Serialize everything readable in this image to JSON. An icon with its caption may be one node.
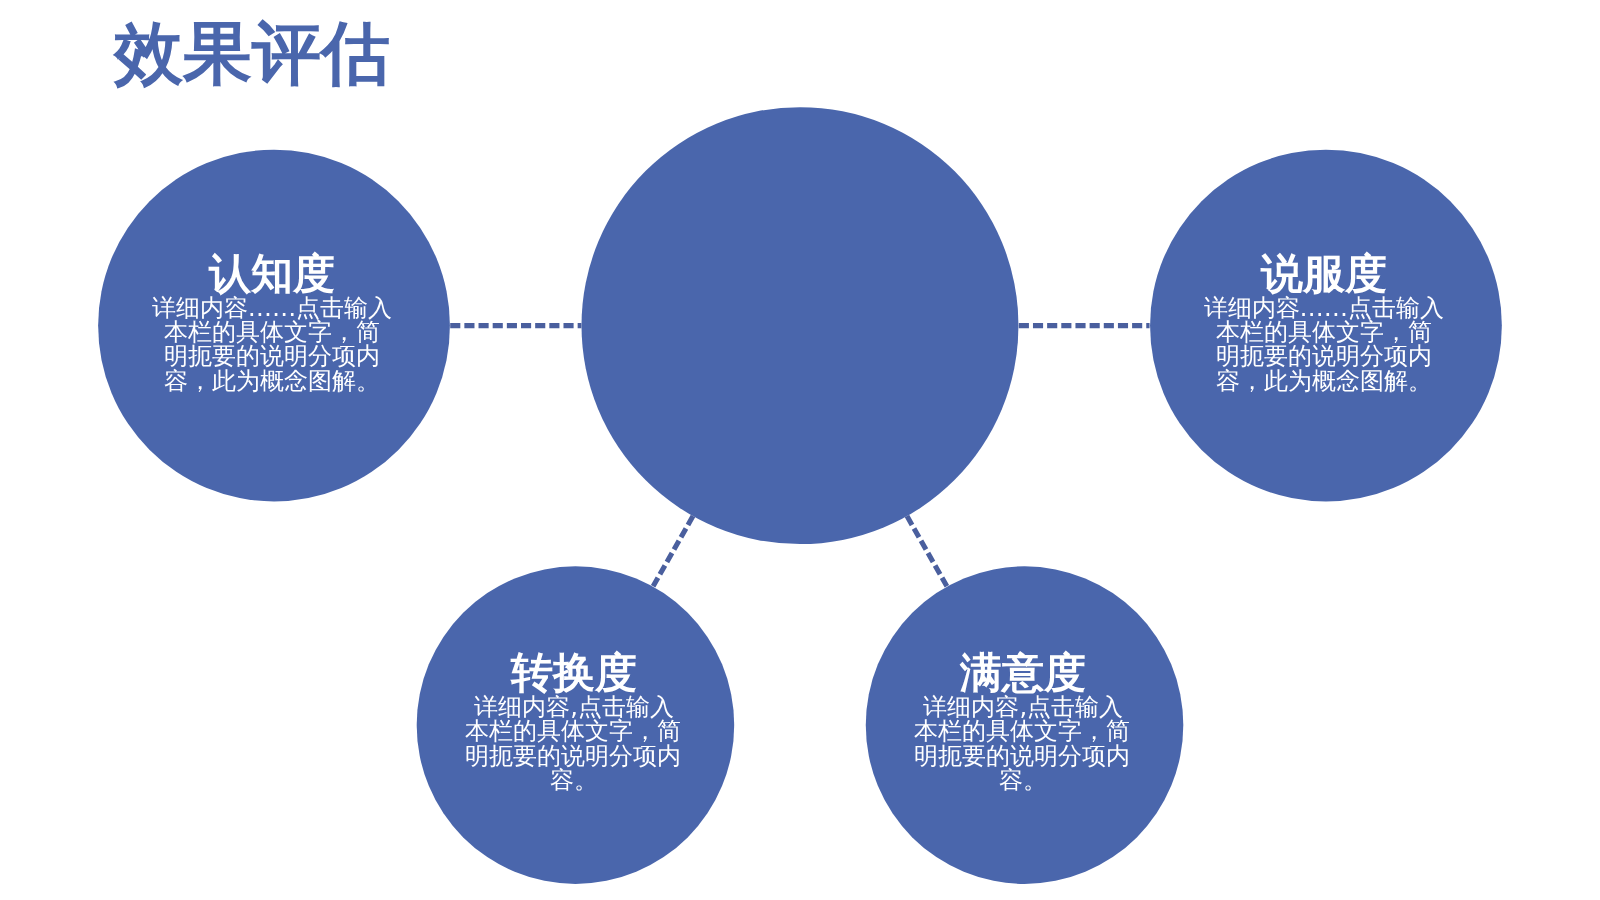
{
  "diagram": {
    "title": "效果评估",
    "nodes": [
      {
        "text": [
          "认知度",
          "详细内容……点击输入本栏的具体文字，简明扼要的说明分项内容，此为概念图解。"
        ]
      },
      {
        "text": [
          "说服度",
          "详细内容……点击输入本栏的具体文字，简明扼要的说明分项内容，此为概念图解。"
        ]
      },
      {
        "text": [],
        "shape": "circle"
      },
      {
        "text": [
          "转换度",
          "详细内容,点击输入本栏的具体文字，简明扼要的说明分项内容。"
        ]
      },
      {
        "text": [
          "满意度",
          "详细内容,点击输入本栏的具体文字，简明扼要的说明分项内容。"
        ]
      }
    ],
    "edges": [
      {
        "from": 0,
        "to": 2,
        "arrow": "none",
        "style": "dashed"
      },
      {
        "from": 2,
        "to": 1,
        "arrow": "none",
        "style": "dashed"
      },
      {
        "from": 2,
        "to": 3,
        "arrow": "none",
        "style": "dashed"
      },
      {
        "from": 2,
        "to": 4,
        "arrow": "none",
        "style": "dashed"
      }
    ]
  }
}
